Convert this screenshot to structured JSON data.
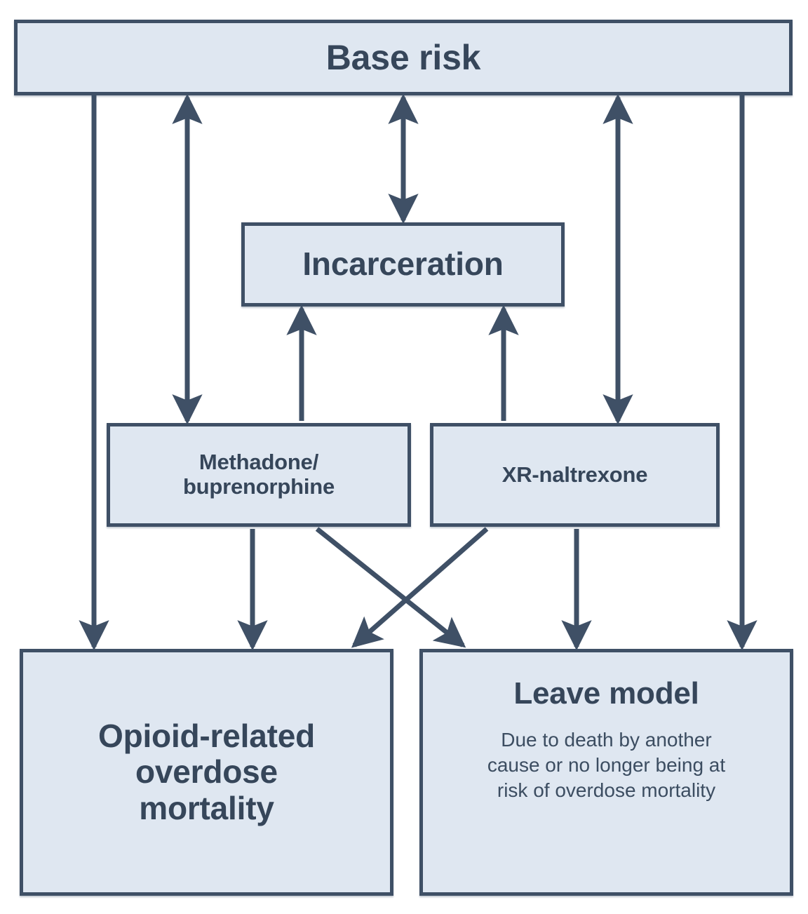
{
  "diagram": {
    "title": "Opioid overdose mortality model state-transition diagram",
    "colors": {
      "node_fill": "#dfe7f1",
      "node_border": "#3f5066",
      "edge": "#3f5066",
      "text": "#36465a",
      "background": "#ffffff"
    },
    "nodes": [
      {
        "id": "base-risk",
        "label": "Base risk",
        "sublabel": ""
      },
      {
        "id": "incarceration",
        "label": "Incarceration",
        "sublabel": ""
      },
      {
        "id": "mat",
        "label": "Methadone/\nbuprenorphine",
        "sublabel": ""
      },
      {
        "id": "xrn",
        "label": "XR-naltrexone",
        "sublabel": ""
      },
      {
        "id": "overdose",
        "label": "Opioid-related overdose mortality",
        "sublabel": ""
      },
      {
        "id": "leave",
        "label": "Leave model",
        "sublabel": "Due to death by another cause or no longer being at risk of overdose mortality"
      }
    ],
    "node_labels": {
      "base_risk": "Base risk",
      "incarceration": "Incarceration",
      "mat_line1": "Methadone/",
      "mat_line2": "buprenorphine",
      "xr_naltrexone": "XR-naltrexone",
      "overdose_line1": "Opioid-related",
      "overdose_line2": "overdose",
      "overdose_line3": "mortality",
      "leave_title": "Leave model",
      "leave_sub_line1": "Due to death by another",
      "leave_sub_line2": "cause or no longer being at",
      "leave_sub_line3": "risk of overdose mortality"
    },
    "edges": [
      {
        "from": "base-risk",
        "to": "overdose",
        "direction": "one-way"
      },
      {
        "from": "mat",
        "to": "base-risk",
        "direction": "one-way"
      },
      {
        "from": "base-risk",
        "to": "mat",
        "direction": "one-way"
      },
      {
        "from": "base-risk",
        "to": "incarceration",
        "direction": "two-way"
      },
      {
        "from": "xrn",
        "to": "base-risk",
        "direction": "one-way"
      },
      {
        "from": "base-risk",
        "to": "xrn",
        "direction": "one-way"
      },
      {
        "from": "base-risk",
        "to": "leave",
        "direction": "one-way"
      },
      {
        "from": "mat",
        "to": "incarceration",
        "direction": "one-way"
      },
      {
        "from": "xrn",
        "to": "incarceration",
        "direction": "one-way"
      },
      {
        "from": "mat",
        "to": "overdose",
        "direction": "one-way"
      },
      {
        "from": "mat",
        "to": "leave",
        "direction": "one-way"
      },
      {
        "from": "xrn",
        "to": "overdose",
        "direction": "one-way"
      },
      {
        "from": "xrn",
        "to": "leave",
        "direction": "one-way"
      }
    ]
  }
}
